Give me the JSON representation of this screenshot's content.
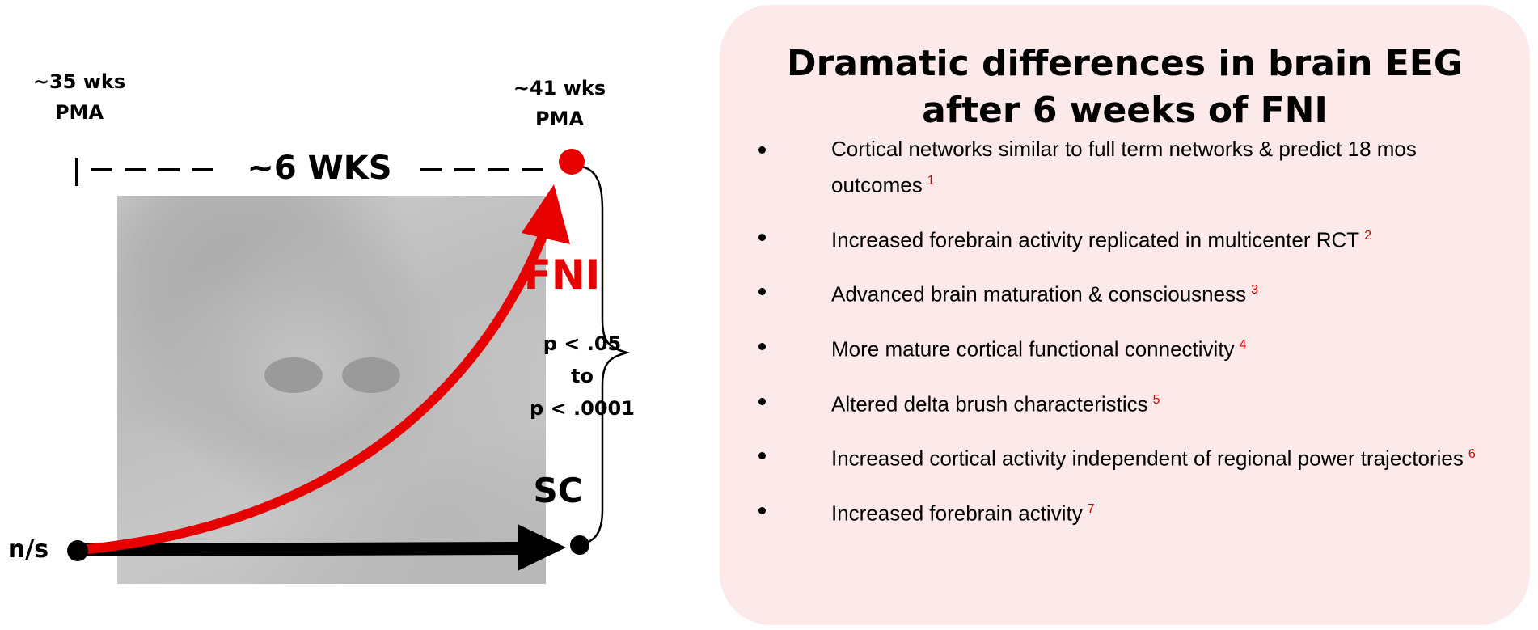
{
  "timeline": {
    "start_label": "~35 wks PMA",
    "end_label": "~41 wks PMA",
    "duration_label": "~6 WKS",
    "start_tick": "|"
  },
  "groups": {
    "intervention": "FNI",
    "control": "SC",
    "baseline": "n/s"
  },
  "stats": {
    "p_low": "p < .05",
    "connector": "to",
    "p_high": "p < .0001"
  },
  "panel": {
    "title_line1": "Dramatic differences in brain EEG",
    "title_line2": "after 6 weeks of FNI",
    "bullets": [
      {
        "text": "Cortical networks similar to full term networks & predict 18 mos outcomes",
        "ref": "1"
      },
      {
        "text": "Increased forebrain activity replicated in multicenter RCT",
        "ref": "2"
      },
      {
        "text": "Advanced brain maturation & consciousness",
        "ref": "3"
      },
      {
        "text": "More mature cortical functional connectivity",
        "ref": "4"
      },
      {
        "text": "Altered delta brush characteristics",
        "ref": "5"
      },
      {
        "text": "Increased cortical activity independent of regional power trajectories",
        "ref": "6"
      },
      {
        "text": "Increased forebrain activity",
        "ref": "7"
      }
    ]
  },
  "colors": {
    "intervention": "#e60000",
    "control": "#000000",
    "panel_bg": "#fce9e9",
    "reference": "#d80000"
  }
}
